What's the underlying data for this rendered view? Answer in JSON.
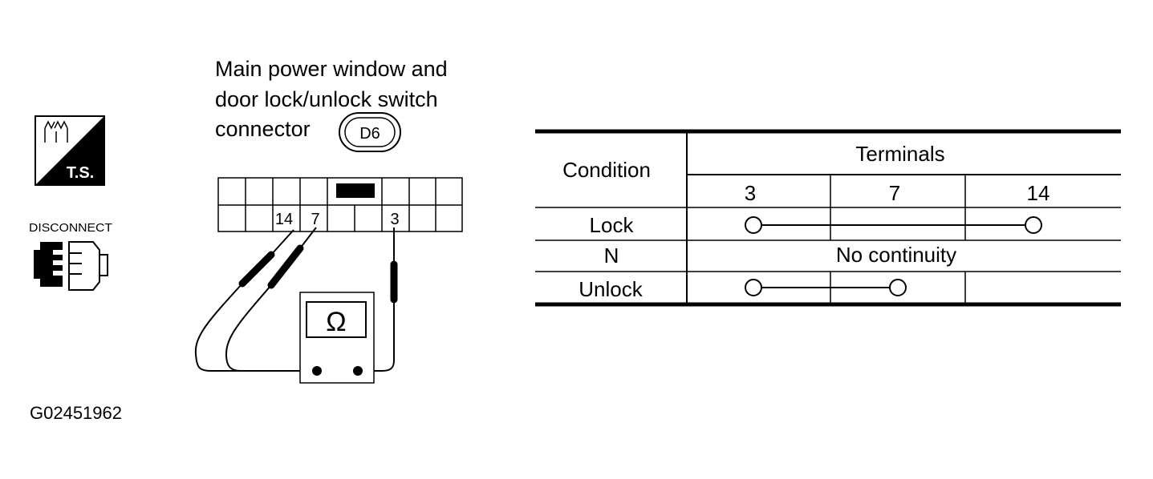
{
  "connector": {
    "title_lines": [
      "Main power window and",
      "door lock/unlock switch",
      "connector"
    ],
    "connector_id": "D6",
    "terminal_labels": [
      "14",
      "7",
      "3"
    ]
  },
  "icons": {
    "ts_label": "T.S.",
    "disconnect_label": "DISCONNECT"
  },
  "meter": {
    "symbol": "Ω"
  },
  "table": {
    "condition_header": "Condition",
    "terminals_header": "Terminals",
    "terminal_columns": [
      "3",
      "7",
      "14"
    ],
    "rows": [
      {
        "condition": "Lock",
        "continuity": "3–14"
      },
      {
        "condition": "N",
        "continuity": "No continuity"
      },
      {
        "condition": "Unlock",
        "continuity": "3–7"
      }
    ]
  },
  "figure_code": "G02451962"
}
